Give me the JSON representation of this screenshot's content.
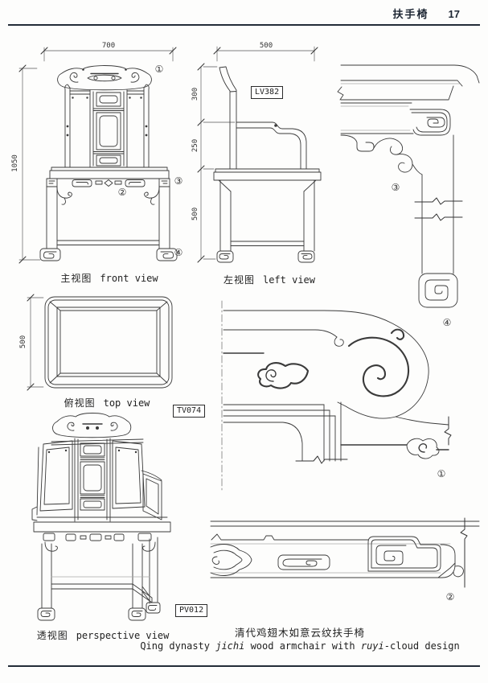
{
  "header": {
    "category": "扶手椅",
    "page_number": "17"
  },
  "views": {
    "front": {
      "label_zh": "主视图",
      "label_en": "front view",
      "dim_width": "700",
      "dim_height": "1050",
      "marker_crest": "①",
      "marker_apron": "②",
      "marker_leg": "③",
      "marker_foot": "④"
    },
    "left": {
      "label_zh": "左视图",
      "label_en": "left view",
      "code": "LV382",
      "dim_width": "500",
      "dim_back": "300",
      "dim_arm": "250",
      "dim_legs": "500"
    },
    "top": {
      "label_zh": "俯视图",
      "label_en": "top view",
      "code": "TV074",
      "dim_depth": "500"
    },
    "perspective": {
      "label_zh": "透视图",
      "label_en": "perspective view",
      "code": "PV012"
    }
  },
  "details": {
    "leg_detail": {
      "marker_leg": "③",
      "marker_foot": "④"
    },
    "crest_detail": {
      "marker": "①"
    },
    "apron_detail": {
      "marker": "②"
    }
  },
  "caption": {
    "title_zh": "清代鸡翅木如意云纹扶手椅",
    "title_en": {
      "part1": "Qing dynasty ",
      "italic1": "jichi",
      "part2": " wood armchair with ",
      "italic2": "ruyi",
      "part3": "-cloud design"
    }
  },
  "colors": {
    "line": "#3a3a3a",
    "rule": "#232c38",
    "light_line": "#a9a9a9"
  }
}
